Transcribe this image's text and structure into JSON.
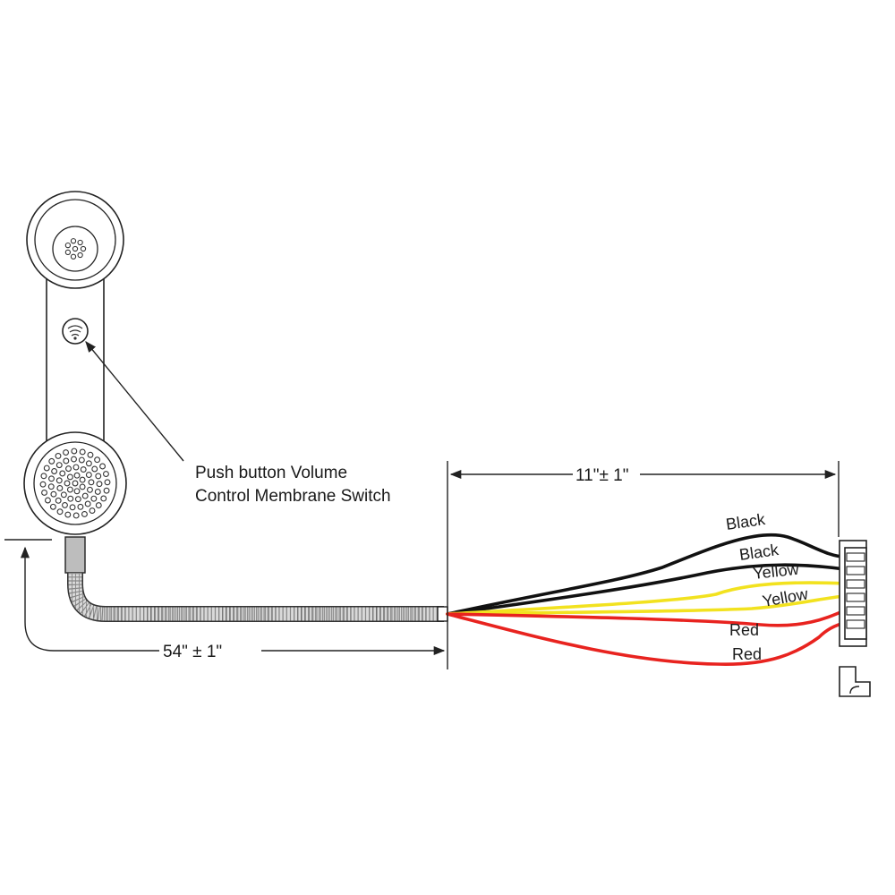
{
  "callout": {
    "line1": "Push button Volume",
    "line2": "Control Membrane Switch"
  },
  "dimensions": {
    "cord_length": "54\" ± 1\"",
    "wire_length": "11\"± 1\""
  },
  "wires": [
    {
      "label": "Black",
      "color": "#111111"
    },
    {
      "label": "Black",
      "color": "#111111"
    },
    {
      "label": "Yellow",
      "color": "#f2e21f"
    },
    {
      "label": "Yellow",
      "color": "#f2e21f"
    },
    {
      "label": "Red",
      "color": "#e8231f"
    },
    {
      "label": "Red",
      "color": "#e8231f"
    }
  ]
}
